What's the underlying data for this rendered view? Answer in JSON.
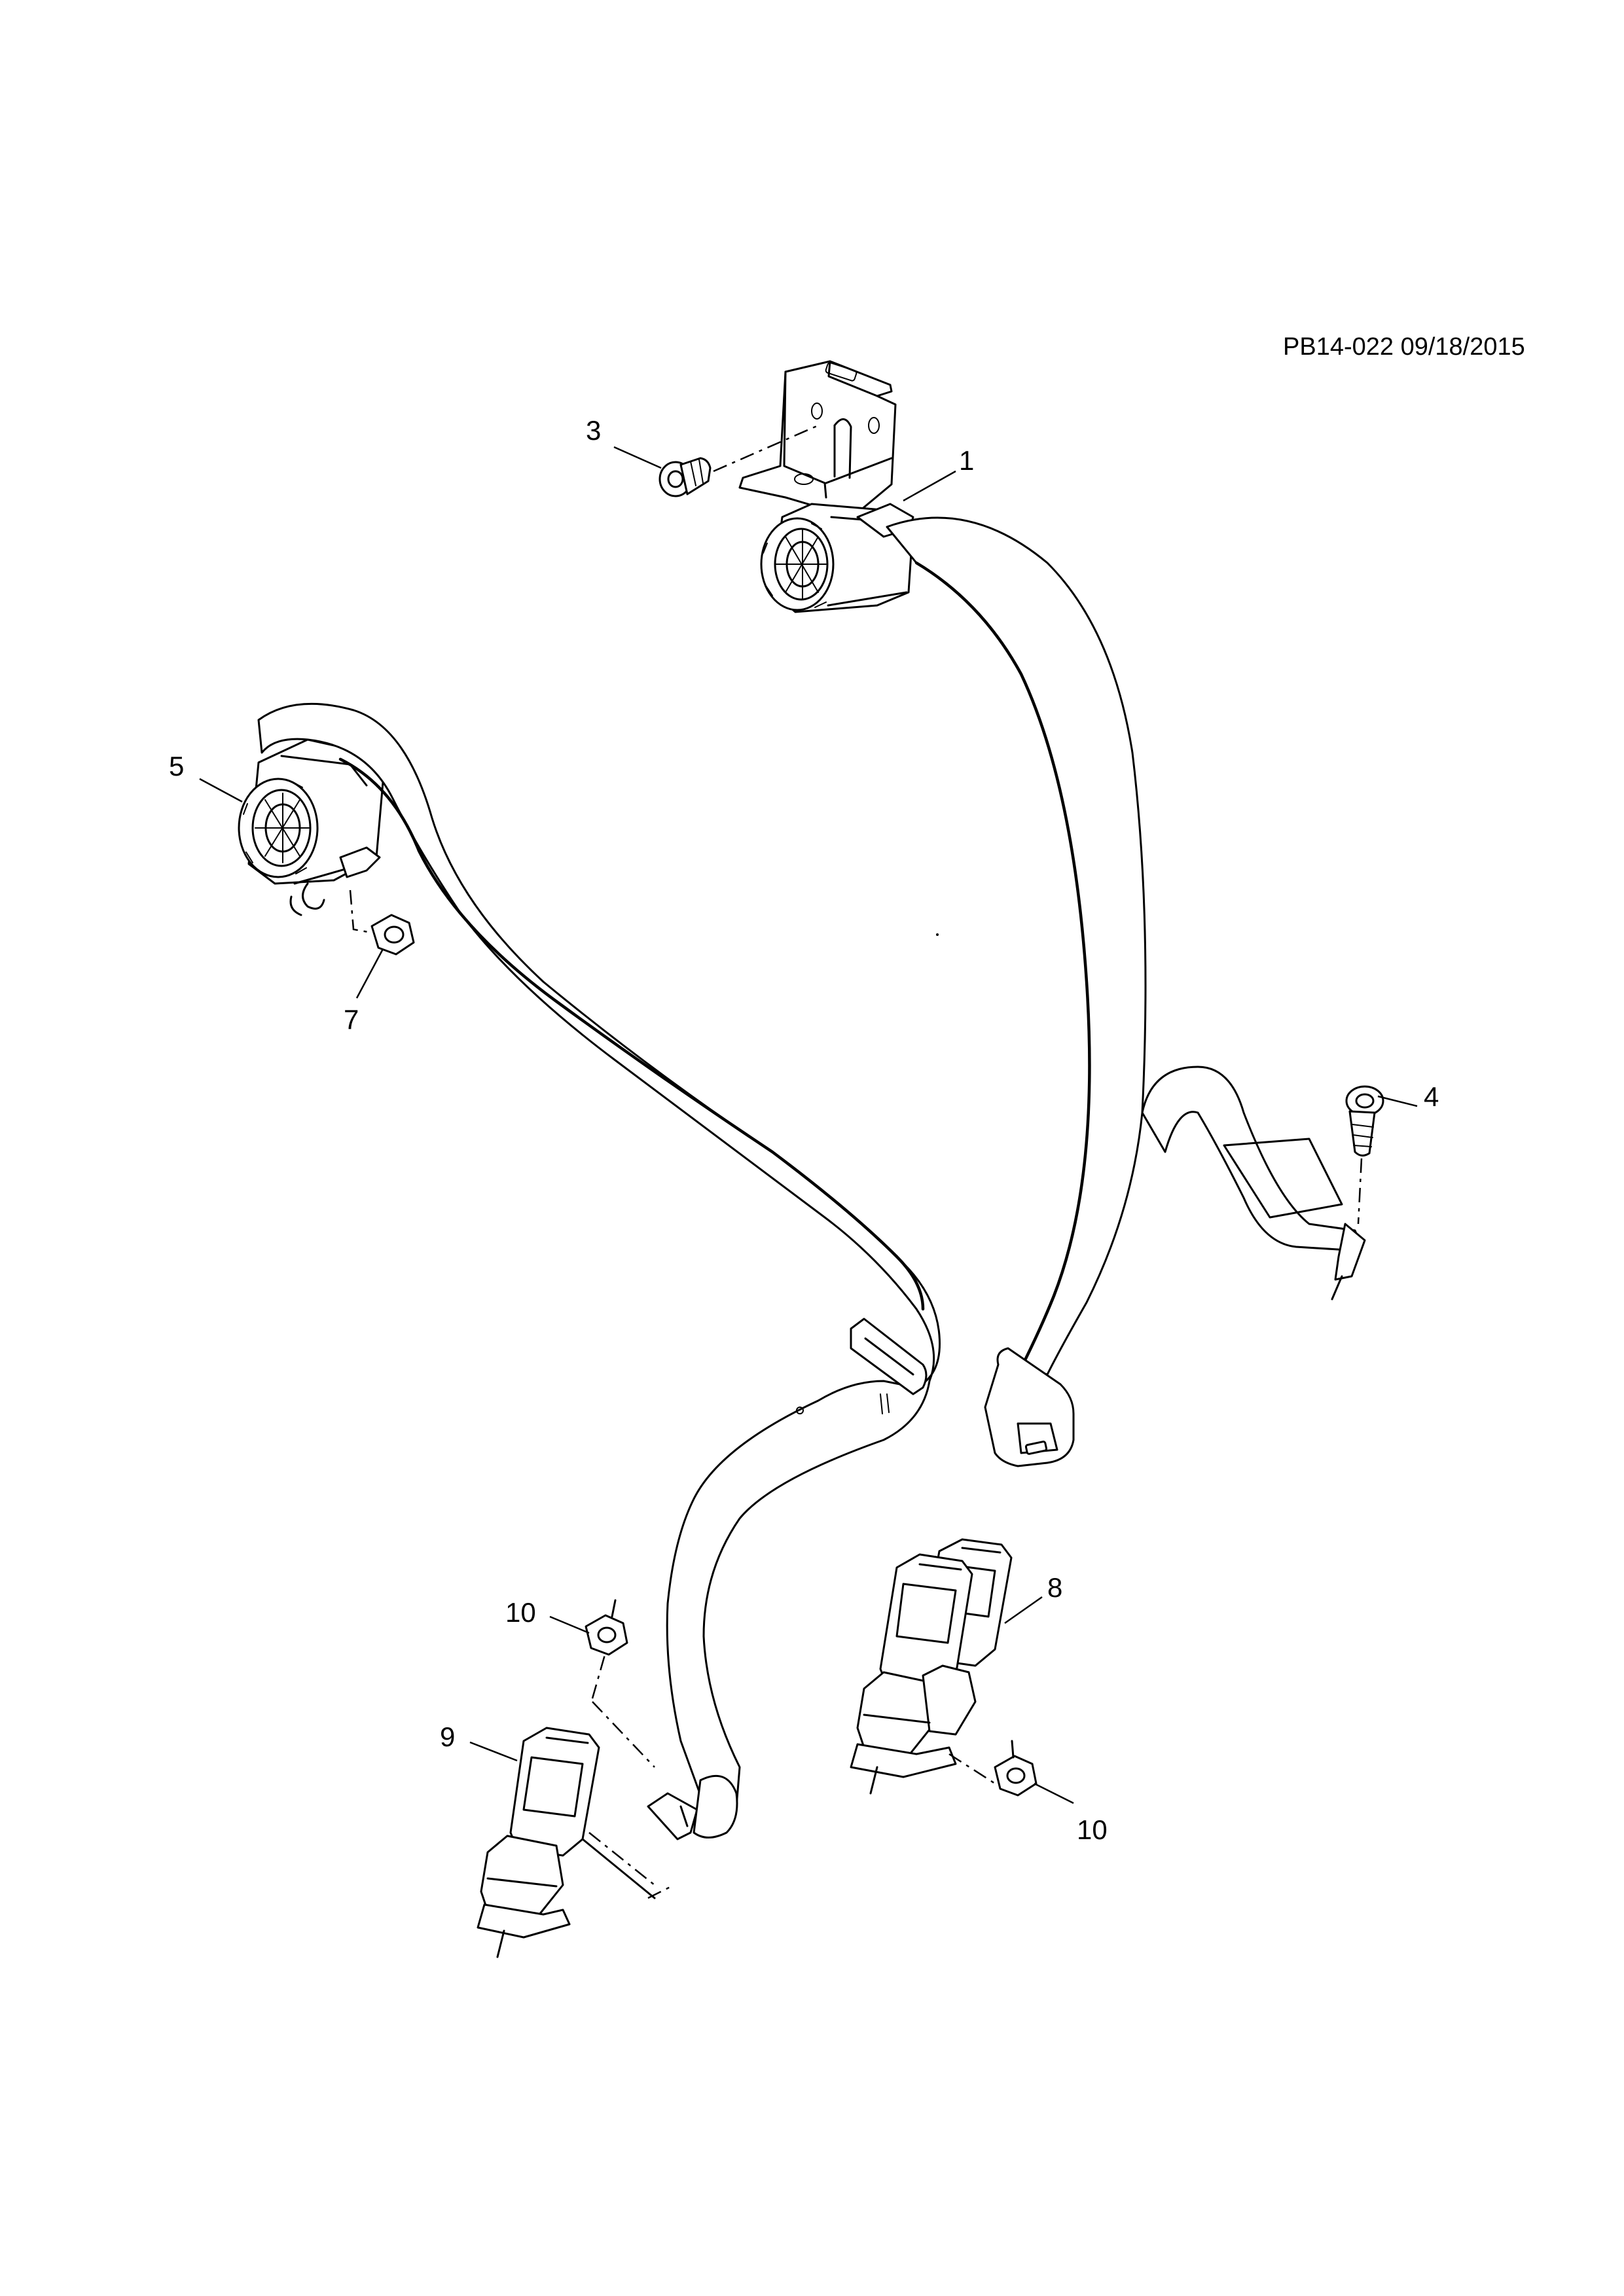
{
  "header": {
    "reference": "PB14-022 09/18/2015"
  },
  "callouts": [
    {
      "id": "c1",
      "label": "1"
    },
    {
      "id": "c3",
      "label": "3"
    },
    {
      "id": "c4",
      "label": "4"
    },
    {
      "id": "c5",
      "label": "5"
    },
    {
      "id": "c7",
      "label": "7"
    },
    {
      "id": "c8",
      "label": "8"
    },
    {
      "id": "c9",
      "label": "9"
    },
    {
      "id": "c10a",
      "label": "10"
    },
    {
      "id": "c10b",
      "label": "10"
    }
  ]
}
